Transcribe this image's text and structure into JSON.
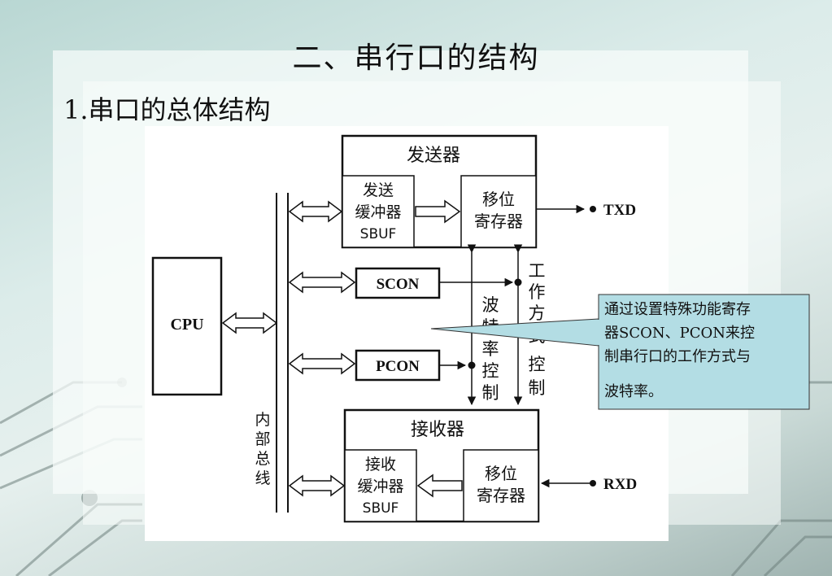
{
  "slide": {
    "title": "二、串行口的结构",
    "subtitle": "1.串口的总体结构"
  },
  "diagram": {
    "transmitter": {
      "title": "发送器",
      "buffer": [
        "发送",
        "缓冲器",
        "SBUF"
      ],
      "shift_register": [
        "移位",
        "寄存器"
      ]
    },
    "receiver": {
      "title": "接收器",
      "buffer": [
        "接收",
        "缓冲器",
        "SBUF"
      ],
      "shift_register": [
        "移位",
        "寄存器"
      ]
    },
    "cpu": "CPU",
    "scon": "SCON",
    "pcon": "PCON",
    "txd": "TXD",
    "rxd": "RXD",
    "internal_bus": [
      "内",
      "部",
      "总",
      "线"
    ],
    "baud_rate_control": [
      "波",
      "特",
      "率",
      "控",
      "制"
    ],
    "mode_control": [
      "工",
      "作",
      "方",
      "式",
      "控",
      "制"
    ]
  },
  "callout": {
    "lines": [
      "通过设置特殊功能寄存",
      "器SCON、PCON来控",
      "制串行口的工作方式与",
      "波特率。"
    ]
  },
  "colors": {
    "callout_fill": "#b3dde4",
    "panel": "#f6fbfa"
  }
}
